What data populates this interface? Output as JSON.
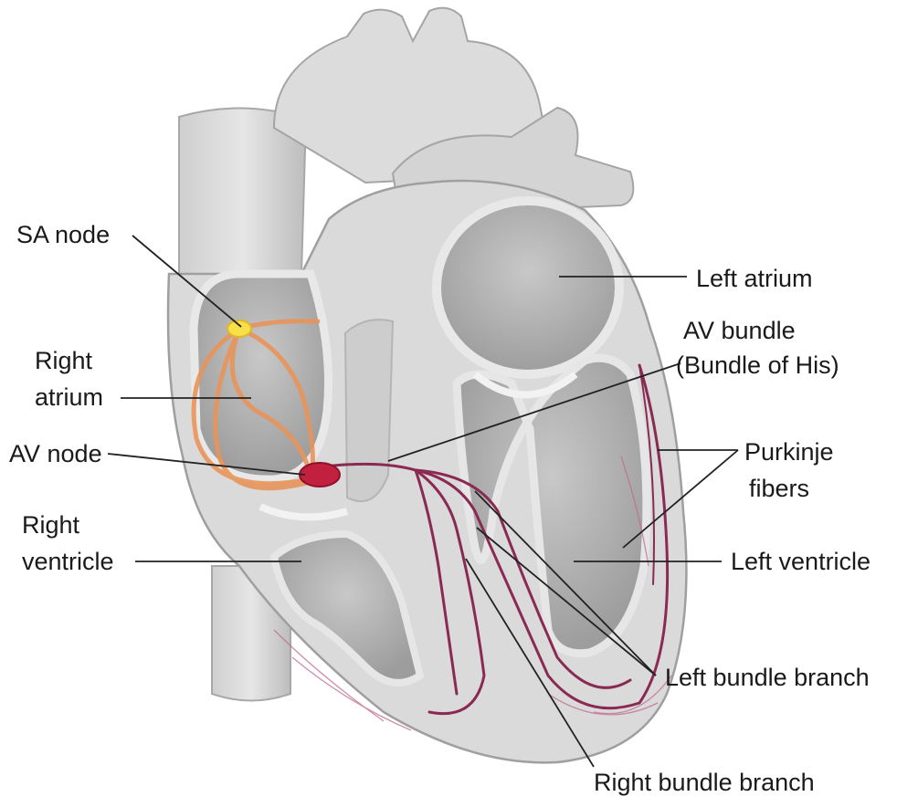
{
  "labels": {
    "sa_node": "SA node",
    "right_atrium_1": "Right",
    "right_atrium_2": "atrium",
    "av_node": "AV node",
    "right_ventricle_1": "Right",
    "right_ventricle_2": "ventricle",
    "left_atrium": "Left atrium",
    "av_bundle_1": "AV bundle",
    "av_bundle_2": "(Bundle of His)",
    "purkinje_1": "Purkinje",
    "purkinje_2": "fibers",
    "left_ventricle": "Left ventricle",
    "left_bundle_branch": "Left bundle branch",
    "right_bundle_branch": "Right bundle branch"
  },
  "colors": {
    "heart_fill": "#d9d9d9",
    "heart_dark": "#bcbcbc",
    "chamber_fill": "#a9a9a9",
    "wall_light": "#efefef",
    "sa_node": "#f7e04a",
    "av_node": "#c2203f",
    "atrial_pathway": "#e8945a",
    "conduction_fiber": "#8a2a52",
    "leader_line": "#222222"
  }
}
